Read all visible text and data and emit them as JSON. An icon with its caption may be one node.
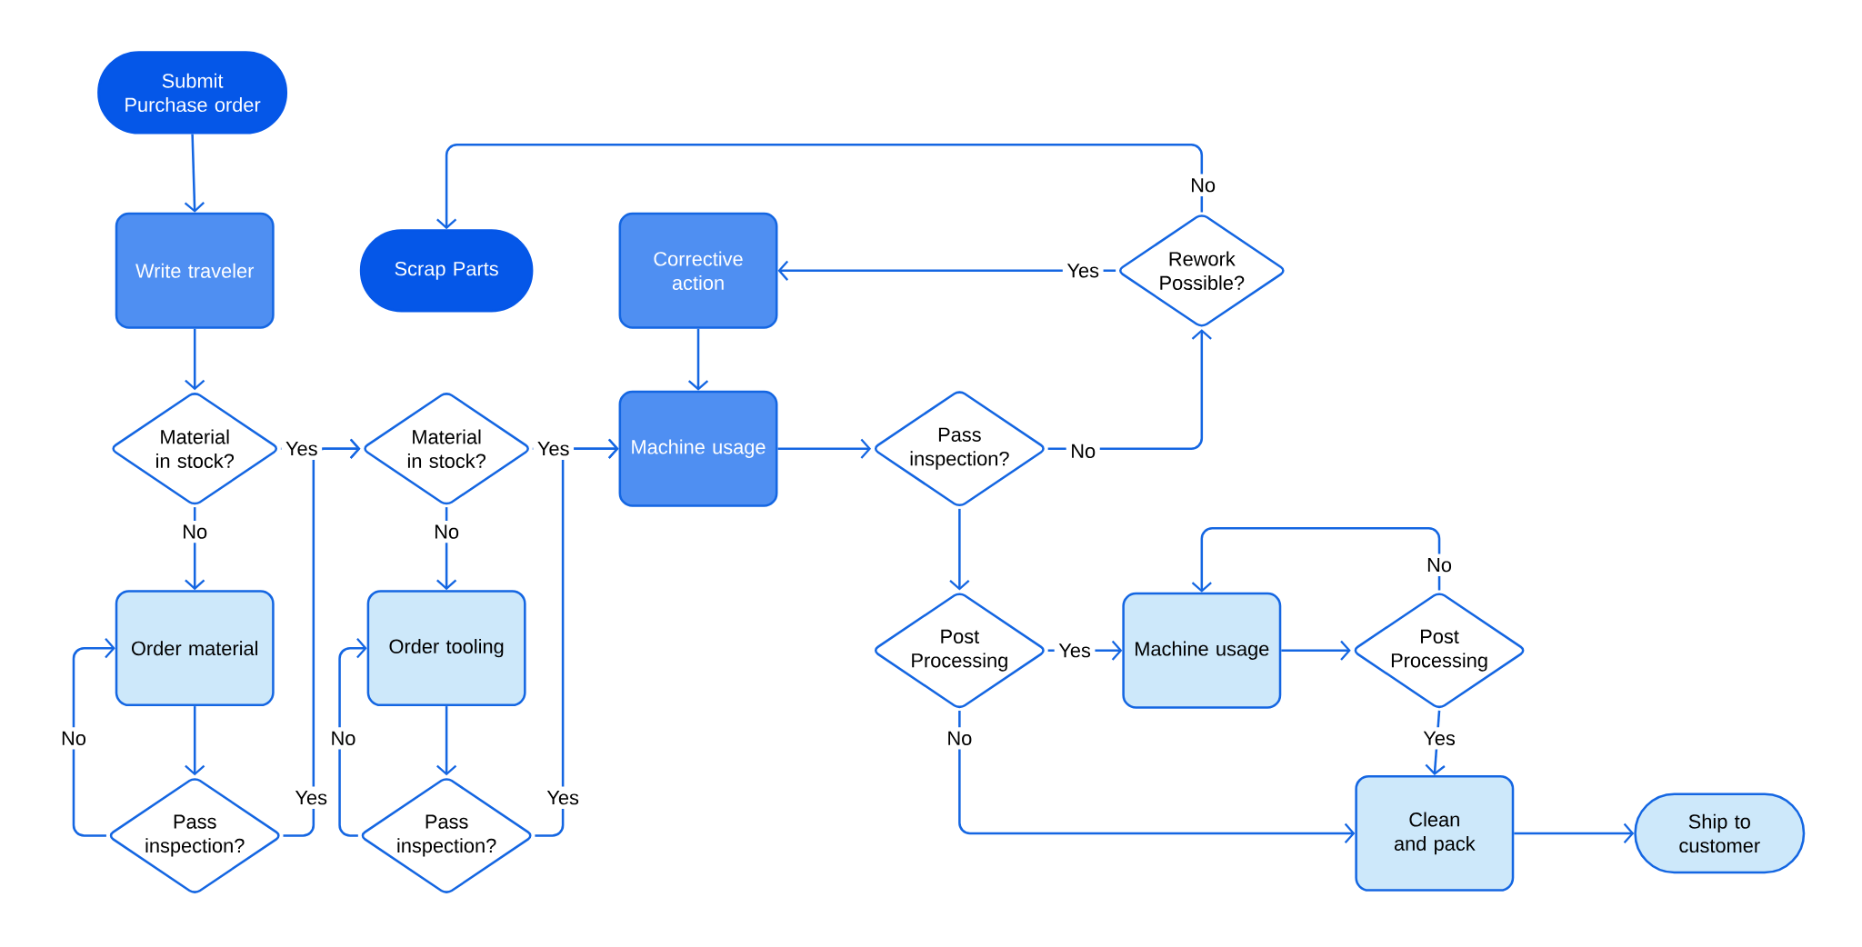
{
  "diagram": {
    "nodes": [
      {
        "text": [
          "Submit Purchase order"
        ]
      },
      {
        "text": [
          "Write traveler"
        ]
      },
      {
        "text": [
          "Scrap Parts"
        ]
      },
      {
        "text": [
          "Corrective action"
        ]
      },
      {
        "text": [
          "Rework Possible?"
        ]
      },
      {
        "text": [
          "Material in stock?"
        ]
      },
      {
        "text": [
          "Material in stock?"
        ]
      },
      {
        "text": [
          "Machine usage"
        ]
      },
      {
        "text": [
          "Pass inspection?"
        ]
      },
      {
        "text": [
          "Order material"
        ]
      },
      {
        "text": [
          "Order tooling"
        ]
      },
      {
        "text": [
          "Post Processing"
        ]
      },
      {
        "text": [
          "Machine usage"
        ]
      },
      {
        "text": [
          "Post Processing"
        ]
      },
      {
        "text": [
          "Pass inspection?"
        ]
      },
      {
        "text": [
          "Pass inspection?"
        ]
      },
      {
        "text": [
          "Clean and pack"
        ]
      },
      {
        "text": [
          "Ship to customer"
        ]
      }
    ],
    "edges": [
      {
        "from": 0,
        "to": 1,
        "arrow": "to"
      },
      {
        "from": 1,
        "to": 5,
        "arrow": "to"
      },
      {
        "from": 5,
        "to": 6,
        "arrow": "to",
        "label": "Yes"
      },
      {
        "from": 5,
        "to": 9,
        "arrow": "to",
        "label": "No"
      },
      {
        "from": 9,
        "to": 14,
        "arrow": "to"
      },
      {
        "from": 14,
        "to": 9,
        "arrow": "to",
        "label": "No"
      },
      {
        "from": 14,
        "to": 6,
        "arrow": "to",
        "label": "Yes"
      },
      {
        "from": 6,
        "to": 7,
        "arrow": "to",
        "label": "Yes"
      },
      {
        "from": 6,
        "to": 10,
        "arrow": "to",
        "label": "No"
      },
      {
        "from": 10,
        "to": 15,
        "arrow": "to"
      },
      {
        "from": 15,
        "to": 10,
        "arrow": "to",
        "label": "No"
      },
      {
        "from": 15,
        "to": 7,
        "arrow": "to",
        "label": "Yes"
      },
      {
        "from": 3,
        "to": 7,
        "arrow": "to"
      },
      {
        "from": 7,
        "to": 8,
        "arrow": "to"
      },
      {
        "from": 8,
        "to": 4,
        "arrow": "to",
        "label": "No"
      },
      {
        "from": 4,
        "to": 3,
        "arrow": "to",
        "label": "Yes"
      },
      {
        "from": 4,
        "to": 2,
        "arrow": "to",
        "label": "No"
      },
      {
        "from": 8,
        "to": 11,
        "arrow": "to"
      },
      {
        "from": 11,
        "to": 12,
        "arrow": "to",
        "label": "Yes"
      },
      {
        "from": 12,
        "to": 13,
        "arrow": "to"
      },
      {
        "from": 13,
        "to": 12,
        "arrow": "to",
        "label": "No"
      },
      {
        "from": 13,
        "to": 16,
        "arrow": "to",
        "label": "Yes"
      },
      {
        "from": 11,
        "to": 16,
        "arrow": "to",
        "label": "No"
      },
      {
        "from": 16,
        "to": 17,
        "arrow": "to"
      }
    ]
  }
}
